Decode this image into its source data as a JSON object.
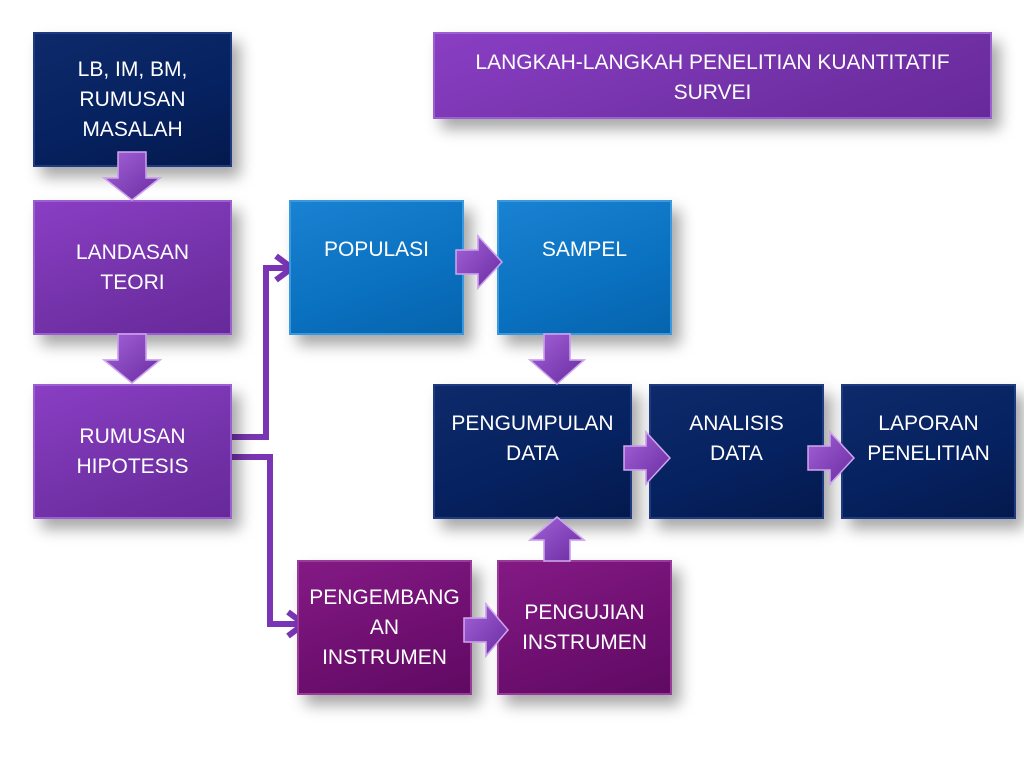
{
  "title": "LANGKAH-LANGKAH PENELITIAN KUANTITATIF\nSURVEI",
  "nodes": {
    "lb": "LB, IM, BM,\nRUMUSAN\nMASALAH",
    "landasan": "LANDASAN\nTEORI",
    "rumusan_hipotesis": "RUMUSAN\nHIPOTESIS",
    "populasi": "POPULASI",
    "sampel": "SAMPEL",
    "pengumpulan": "PENGUMPULAN\nDATA",
    "analisis": "ANALISIS\nDATA",
    "laporan": "LAPORAN\nPENELITIAN",
    "pengembangan": "PENGEMBANG\nAN\nINSTRUMEN",
    "pengujian": "PENGUJIAN\nINSTRUMEN"
  },
  "colors": {
    "navy": "#06215f",
    "purple": "#7332a8",
    "blue": "#0a70c0",
    "plum": "#6e0f70",
    "arrow": "#7a35b4"
  }
}
